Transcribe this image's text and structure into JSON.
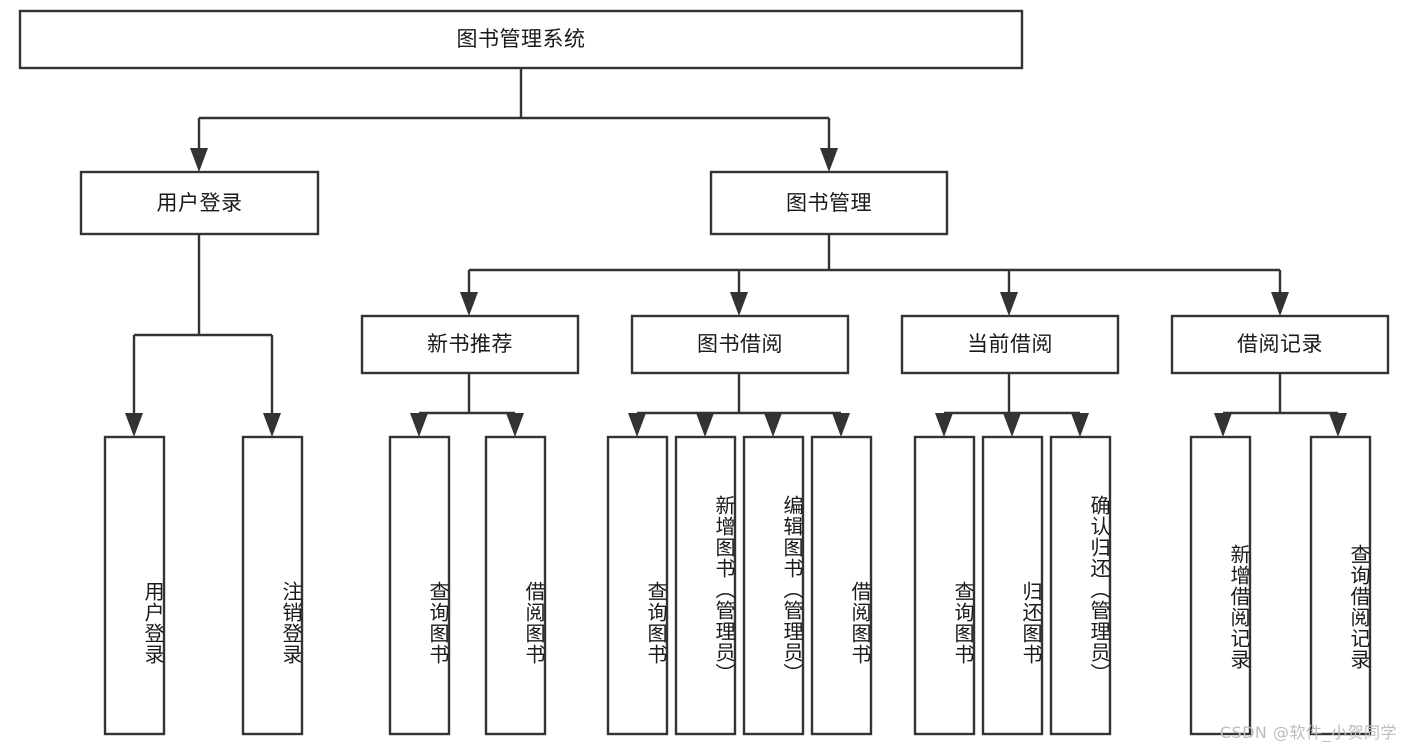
{
  "diagram": {
    "type": "tree-hierarchy",
    "title": "图书管理系统",
    "orientation": "top-down",
    "colors": {
      "box_stroke": "#333333",
      "box_fill": "#ffffff",
      "text": "#1a1a1a",
      "background": "#ffffff",
      "watermark": "#bdbdbd"
    },
    "nodes": {
      "root": {
        "label": "图书管理系统",
        "level": 0,
        "orientation": "horizontal"
      },
      "l1": [
        {
          "id": "user-login",
          "label": "用户登录",
          "level": 1,
          "orientation": "horizontal"
        },
        {
          "id": "book-manage",
          "label": "图书管理",
          "level": 1,
          "orientation": "horizontal"
        }
      ],
      "l2": [
        {
          "id": "new-book-recommend",
          "label": "新书推荐",
          "level": 2,
          "orientation": "horizontal",
          "parent": "book-manage"
        },
        {
          "id": "book-borrow",
          "label": "图书借阅",
          "level": 2,
          "orientation": "horizontal",
          "parent": "book-manage"
        },
        {
          "id": "current-borrow",
          "label": "当前借阅",
          "level": 2,
          "orientation": "horizontal",
          "parent": "book-manage"
        },
        {
          "id": "borrow-record",
          "label": "借阅记录",
          "level": 2,
          "orientation": "horizontal",
          "parent": "book-manage"
        }
      ],
      "leaves": [
        {
          "id": "leaf-user-login",
          "label": "用户登录",
          "parent": "user-login",
          "orientation": "vertical"
        },
        {
          "id": "leaf-logout-login",
          "label": "注销登录",
          "parent": "user-login",
          "orientation": "vertical"
        },
        {
          "id": "leaf-query-book-1",
          "label": "查询图书",
          "parent": "new-book-recommend",
          "orientation": "vertical"
        },
        {
          "id": "leaf-borrow-book-1",
          "label": "借阅图书",
          "parent": "new-book-recommend",
          "orientation": "vertical"
        },
        {
          "id": "leaf-query-book-2",
          "label": "查询图书",
          "parent": "book-borrow",
          "orientation": "vertical"
        },
        {
          "id": "leaf-add-book",
          "label": "新增图书（管理员）",
          "parent": "book-borrow",
          "orientation": "vertical"
        },
        {
          "id": "leaf-edit-book",
          "label": "编辑图书（管理员）",
          "parent": "book-borrow",
          "orientation": "vertical"
        },
        {
          "id": "leaf-borrow-book-2",
          "label": "借阅图书",
          "parent": "book-borrow",
          "orientation": "vertical"
        },
        {
          "id": "leaf-query-book-3",
          "label": "查询图书",
          "parent": "current-borrow",
          "orientation": "vertical"
        },
        {
          "id": "leaf-return-book",
          "label": "归还图书",
          "parent": "current-borrow",
          "orientation": "vertical"
        },
        {
          "id": "leaf-confirm-return",
          "label": "确认归还（管理员）",
          "parent": "current-borrow",
          "orientation": "vertical"
        },
        {
          "id": "leaf-add-record",
          "label": "新增借阅记录",
          "parent": "borrow-record",
          "orientation": "vertical"
        },
        {
          "id": "leaf-query-record",
          "label": "查询借阅记录",
          "parent": "borrow-record",
          "orientation": "vertical"
        }
      ]
    },
    "watermark": "CSDN @软件_小贺同学"
  }
}
